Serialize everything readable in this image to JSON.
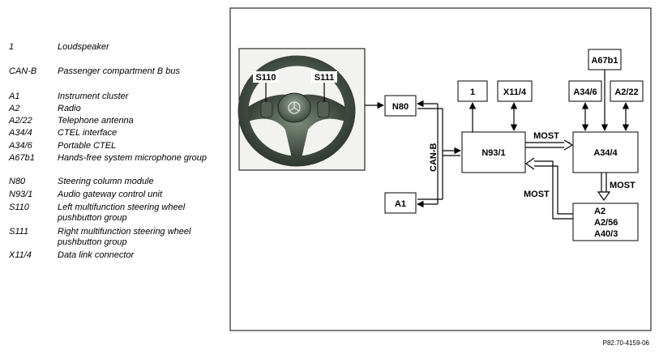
{
  "legend": [
    {
      "code": "1",
      "desc": "Loudspeaker"
    },
    {
      "code": "CAN-B",
      "desc": "Passenger compartment B bus"
    },
    {
      "code": "A1",
      "desc": "Instrument cluster"
    },
    {
      "code": "A2",
      "desc": "Radio"
    },
    {
      "code": "A2/22",
      "desc": "Telephone antenna"
    },
    {
      "code": "A34/4",
      "desc": "CTEL interface"
    },
    {
      "code": "A34/6",
      "desc": "Portable CTEL"
    },
    {
      "code": "A67b1",
      "desc": "Hands-free system microphone group"
    },
    {
      "code": "N80",
      "desc": "Steering column module"
    },
    {
      "code": "N93/1",
      "desc": "Audio gateway control unit"
    },
    {
      "code": "S110",
      "desc": "Left multifunction steering wheel pushbutton group"
    },
    {
      "code": "S111",
      "desc": "Right multifunction steering wheel pushbutton group"
    },
    {
      "code": "X11/4",
      "desc": "Data link connector"
    }
  ],
  "diagram": {
    "boxes": {
      "s110": "S110",
      "s111": "S111",
      "n80": "N80",
      "a1": "A1",
      "one": "1",
      "x114": "X11/4",
      "n931": "N93/1",
      "a67b1": "A67b1",
      "a346": "A34/6",
      "a222": "A2/22",
      "a344": "A34/4",
      "a2": [
        "A2",
        "A2/56",
        "A40/3"
      ]
    },
    "bus_labels": {
      "canb": "CAN-B",
      "most_top": "MOST",
      "most_right": "MOST",
      "most_left": "MOST"
    }
  },
  "figure_ref": "P82.70-4159-06"
}
